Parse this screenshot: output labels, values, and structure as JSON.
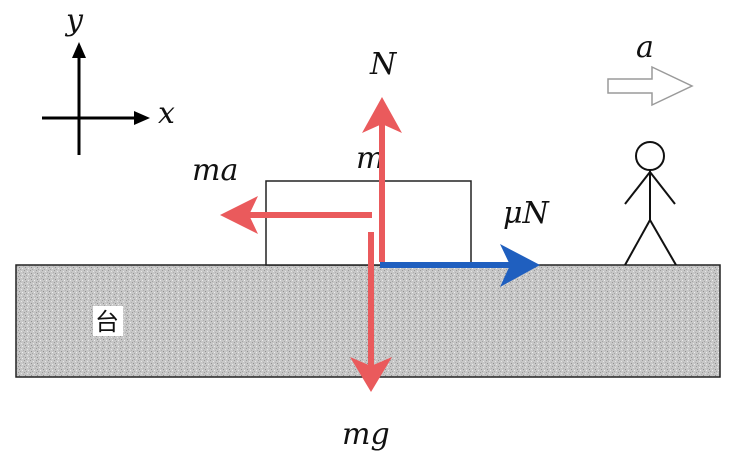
{
  "axes": {
    "x_label": "x",
    "y_label": "y"
  },
  "forces": {
    "normal": "N",
    "inertial": "ma",
    "friction": "μN",
    "gravity": "mg"
  },
  "block": {
    "label": "m"
  },
  "table": {
    "label": "台"
  },
  "acceleration": {
    "label": "a"
  },
  "colors": {
    "force_red": "#ea5a5c",
    "force_blue": "#1f5fbf",
    "outline": "#222222",
    "table_fill": "#c9c9c9",
    "accel_arrow": "#9a9a9a"
  }
}
